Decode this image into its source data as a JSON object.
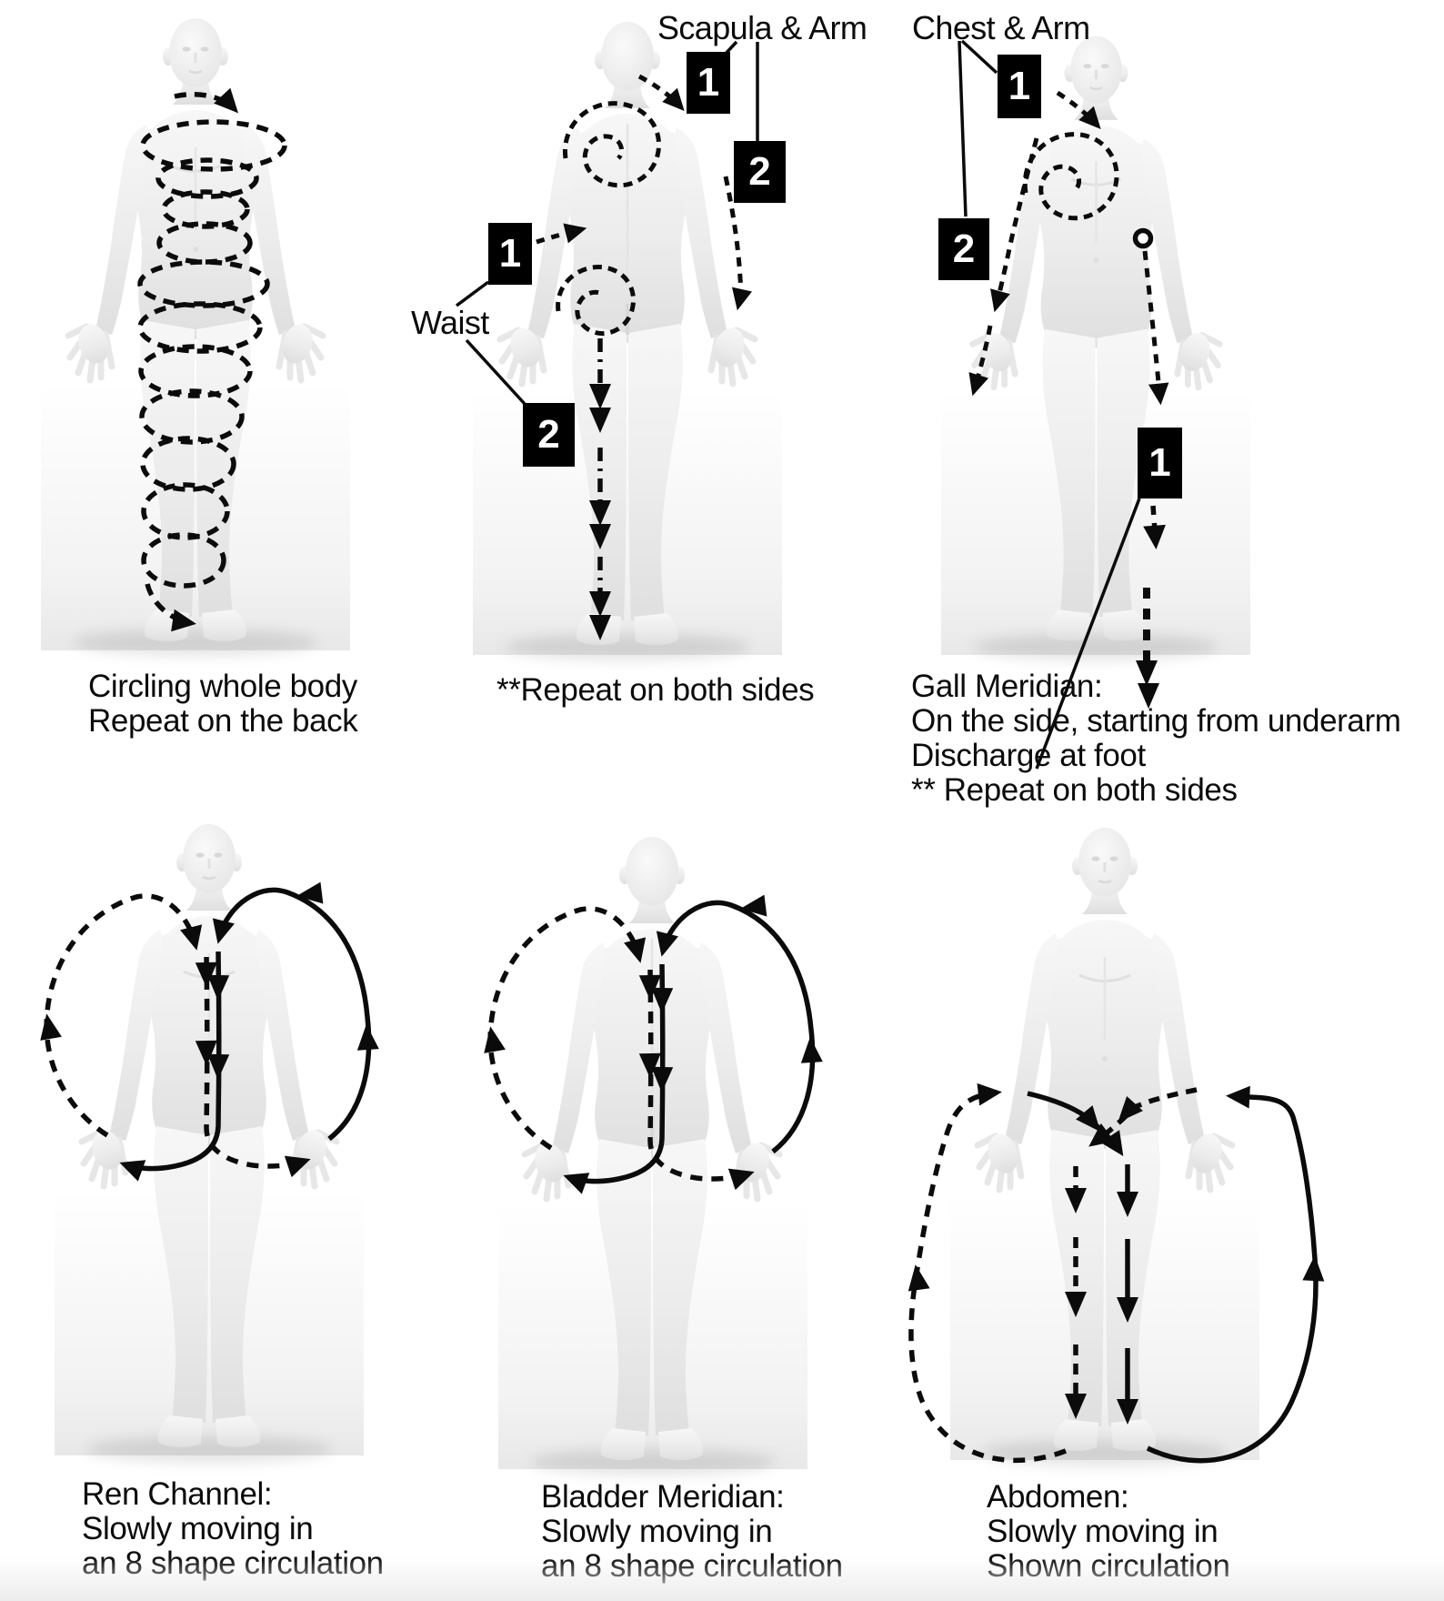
{
  "ink": "#0b0b0b",
  "badge_colors": {
    "bg": "#000000",
    "fg": "#ffffff"
  },
  "labels": {
    "scapula_arm": "Scapula & Arm",
    "chest_arm": "Chest & Arm",
    "waist": "Waist"
  },
  "badges": {
    "fig2_shoulder": "1",
    "fig2_arm": "2",
    "fig2_waist": "1",
    "fig2_leg": "2",
    "fig3_chest": "1",
    "fig3_arm": "2",
    "fig3_leg": "1"
  },
  "captions": {
    "fig1": [
      "Circling whole body",
      "Repeat on the back"
    ],
    "fig2": [
      "**Repeat on both sides"
    ],
    "fig3": [
      "Gall Meridian:",
      "On the side, starting from underarm",
      "Discharge at foot",
      "** Repeat on both sides"
    ],
    "fig4": [
      "Ren Channel:",
      "Slowly moving in",
      "an 8 shape circulation"
    ],
    "fig5": [
      "Bladder Meridian:",
      "Slowly moving in",
      "an 8 shape circulation"
    ],
    "fig6": [
      "Abdomen:",
      "Slowly moving in",
      "Shown circulation"
    ]
  }
}
